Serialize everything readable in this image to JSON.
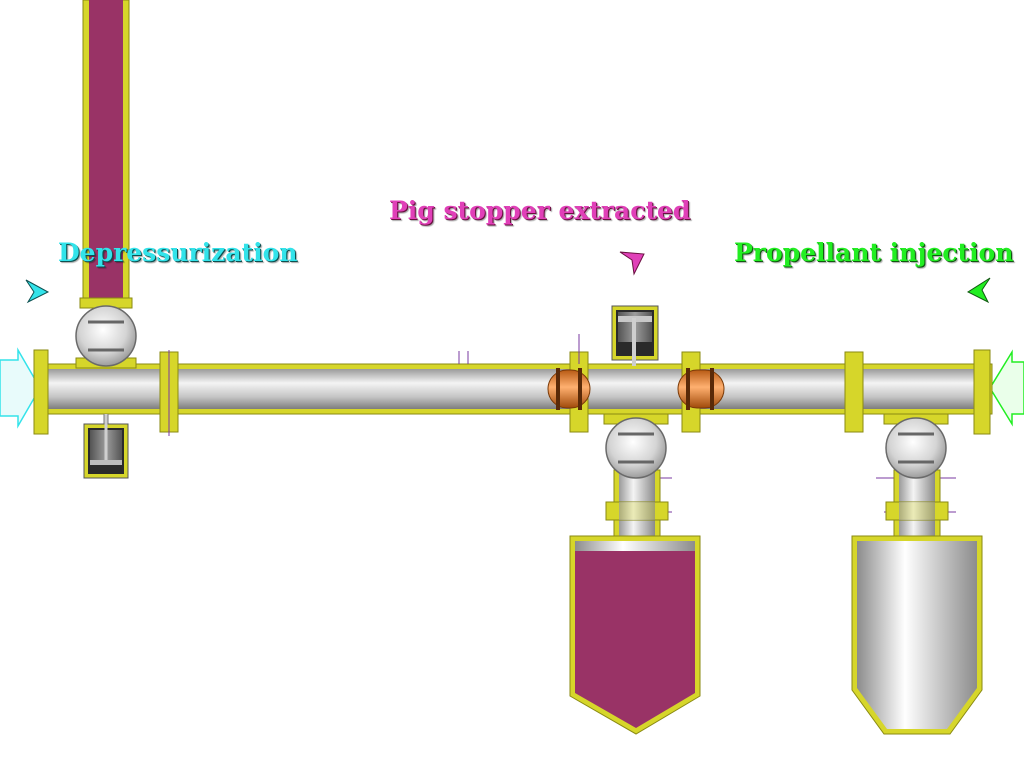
{
  "labels": {
    "depressurization": "Depressurization",
    "pig_stopper": "Pig stopper extracted",
    "propellant_injection": "Propellant injection"
  },
  "colors": {
    "depressurization": "#33e3ea",
    "pig_stopper": "#e040b8",
    "propellant_injection": "#22ee22",
    "flange": "#d6d62a",
    "flange_edge": "#8a8a12",
    "product": "#993366",
    "pig": "#e07a30",
    "pipe": "#c8c8c8"
  },
  "icons": {
    "left_arrow": "hollow-arrow-right-icon",
    "right_arrow": "hollow-arrow-left-icon",
    "pointer_left": "arrowhead-right-icon",
    "pointer_center": "arrowhead-down-icon",
    "pointer_right": "arrowhead-left-icon"
  }
}
